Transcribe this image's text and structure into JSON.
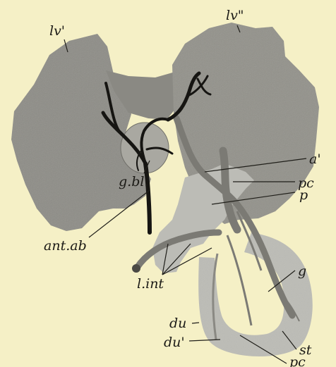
{
  "figure": {
    "background": "#f5f0c6",
    "colors": {
      "liver": "#8d8c86",
      "pancreas_intestine": "#bcbcb6",
      "vessel": "#7b7a74",
      "duct": "#161512",
      "ink": "#1b1a16"
    },
    "labels": {
      "lv_left": "lv'",
      "lv_right": "lv\"",
      "a_prime": "a'",
      "gbl": "g.bl.",
      "pc_upper": "pc",
      "p": "p",
      "ant_ab": "ant.ab",
      "g": "g",
      "l_int": "l.int",
      "du": "du",
      "st": "st",
      "du_prime": "du'",
      "pc_lower": "pc"
    }
  }
}
